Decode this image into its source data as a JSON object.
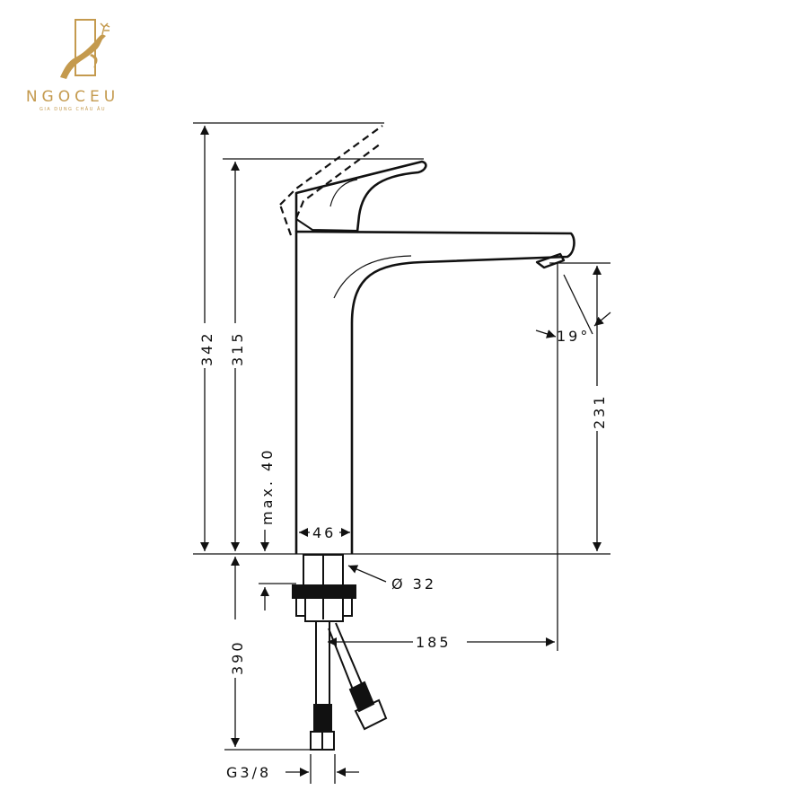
{
  "brand": {
    "name": "NGOCEU",
    "tagline": "GIA DỤNG CHÂU ÂU",
    "color": "#c49a4e",
    "icon": "leaping-deer-logo-icon"
  },
  "drawing": {
    "subject": "single-lever basin faucet technical drawing",
    "line_color": "#111111",
    "dimensions": {
      "total_height": "342",
      "spout_height": "315",
      "max_counter_thickness": "max. 40",
      "body_width": "46",
      "shank_diameter": "Ø 32",
      "spout_outlet_height": "231",
      "spout_angle": "19°",
      "projection": "185",
      "hose_length": "390",
      "connection_thread": "G3/8"
    }
  }
}
